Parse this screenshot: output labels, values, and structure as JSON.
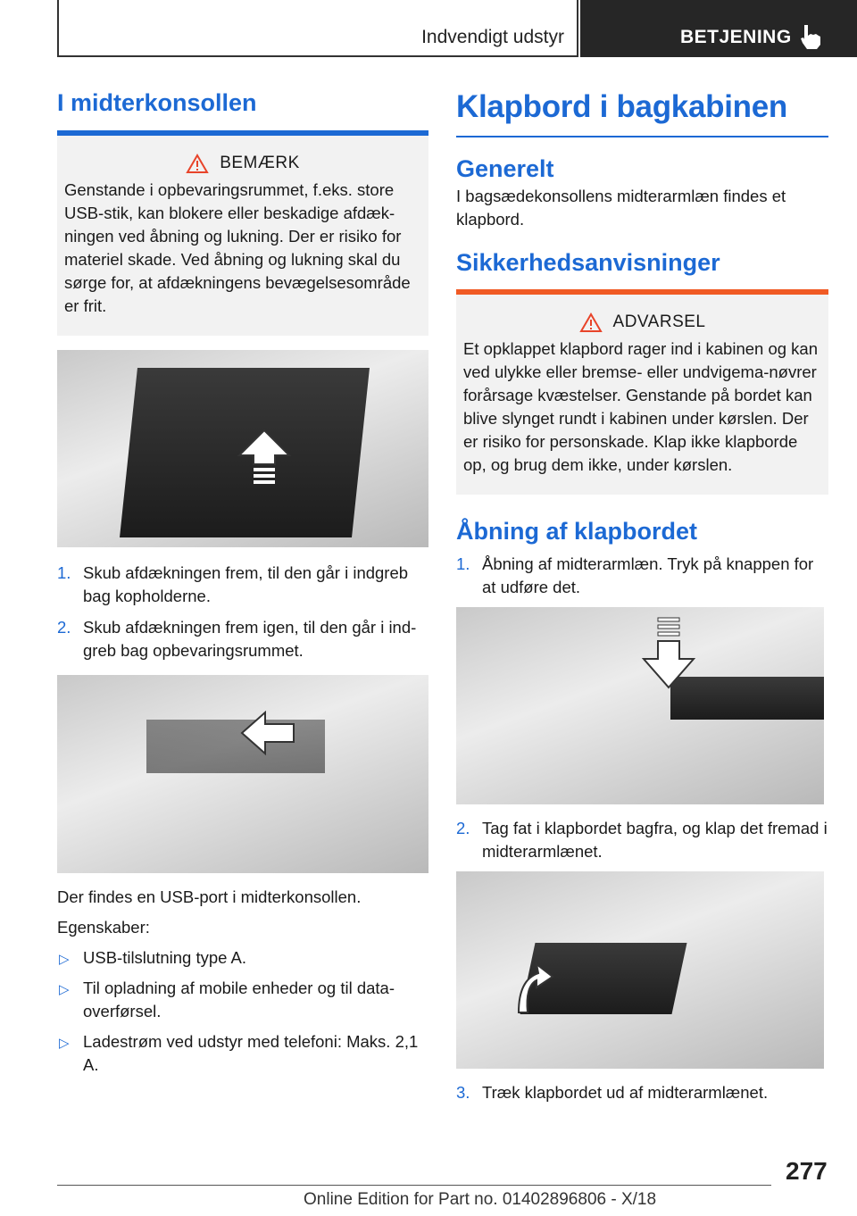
{
  "header": {
    "section": "Indvendigt udstyr",
    "chapter": "BETJENING"
  },
  "left": {
    "heading": "I midterkonsollen",
    "notice": {
      "title": "BEMÆRK",
      "text": "Genstande i opbevaringsrummet, f.eks. store USB-stik, kan blokere eller beskadige afdæk‐ningen ved åbning og lukning. Der er risiko for materiel skade. Ved åbning og lukning skal du sørge for, at afdækningens bevægelsesområde er frit."
    },
    "steps": [
      {
        "num": "1.",
        "text": "Skub afdækningen frem, til den går i indgreb bag kopholderne."
      },
      {
        "num": "2.",
        "text": "Skub afdækningen frem igen, til den går i ind‐greb bag opbevaringsrummet."
      }
    ],
    "usb_text": "Der findes en USB-port i midterkonsollen.",
    "props_label": "Egenskaber:",
    "bullets": [
      "USB-tilslutning type A.",
      "Til opladning af mobile enheder og til data‐overførsel.",
      "Ladestrøm ved udstyr med telefoni: Maks. 2,1 A."
    ]
  },
  "right": {
    "heading": "Klapbord i bagkabinen",
    "general_heading": "Generelt",
    "general_text": "I bagsædekonsollens midterarmlæn findes et klapbord.",
    "safety_heading": "Sikkerhedsanvisninger",
    "warning": {
      "title": "ADVARSEL",
      "text": "Et opklappet klapbord rager ind i kabinen og kan ved ulykke eller bremse- eller undvigema‐nøvrer forårsage kvæstelser. Genstande på bordet kan blive slynget rundt i kabinen under kørslen. Der er risiko for personskade. Klap ikke klapborde op, og brug dem ikke, under kørslen."
    },
    "open_heading": "Åbning af klapbordet",
    "step1": {
      "num": "1.",
      "text": "Åbning af midterarmlæn. Tryk på knappen for at udføre det."
    },
    "step2": {
      "num": "2.",
      "text": "Tag fat i klapbordet bagfra, og klap det fremad i midterarmlænet."
    },
    "step3": {
      "num": "3.",
      "text": "Træk klapbordet ud af midterarmlænet."
    }
  },
  "footer": {
    "page": "277",
    "edition": "Online Edition for Part no. 01402896806 - X/18"
  },
  "colors": {
    "accent_blue": "#1c69d4",
    "warning_orange": "#f05a24",
    "header_dark": "#262626"
  }
}
